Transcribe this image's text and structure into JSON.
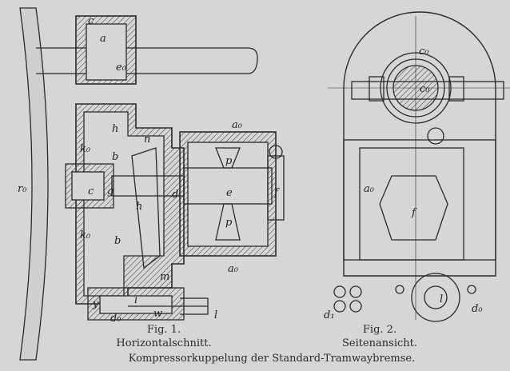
{
  "figure1": {
    "number": "Fig. 1.",
    "title": "Horizontalschnitt.",
    "labels": {
      "c": "c",
      "a": "a",
      "e0": "e₀",
      "r0": "r₀",
      "h": "h",
      "n": "n",
      "k0_top": "k₀",
      "c_hub": "c",
      "g": "g",
      "h2": "h",
      "d": "d",
      "e": "e",
      "p_top": "p",
      "p_bot": "p",
      "f": "f",
      "a0_top": "a₀",
      "a0_bot": "a₀",
      "b_top": "b",
      "b_bot": "b",
      "k0_bot": "k₀",
      "m": "m",
      "y": "y",
      "i": "i",
      "w": "w",
      "l": "l",
      "d0": "d₀"
    }
  },
  "figure2": {
    "number": "Fig. 2.",
    "title": "Seitenansicht.",
    "labels": {
      "c0_top": "c₀",
      "c0_shaft": "c₀",
      "a0": "a₀",
      "f": "f",
      "d1": "d₁",
      "l": "l",
      "d0": "d₀"
    }
  },
  "caption": "Kompressorkuppelung der Standard-Tramwaybremse."
}
